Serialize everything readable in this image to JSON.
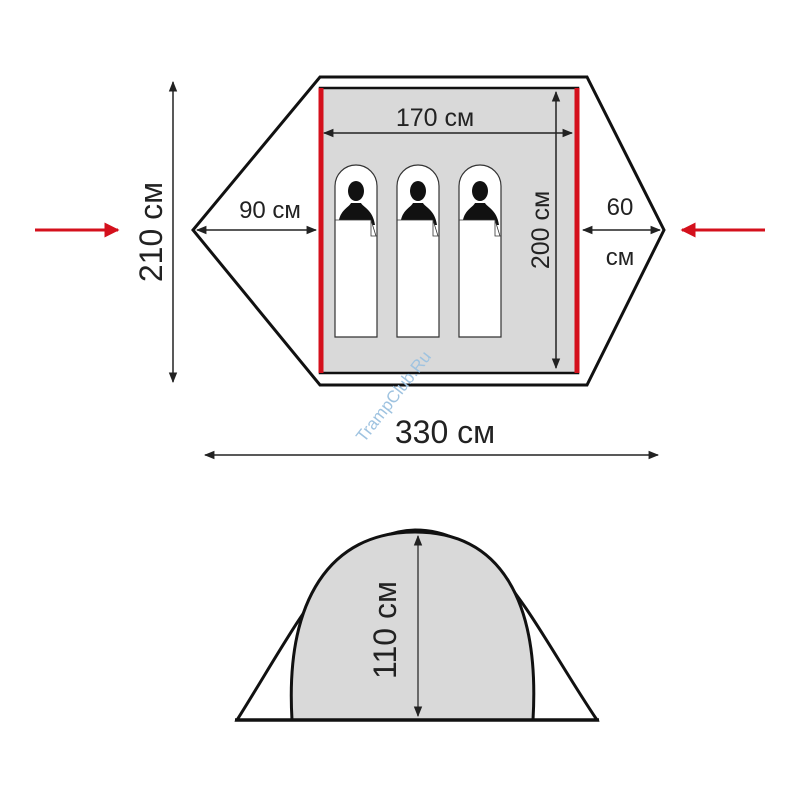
{
  "top_view": {
    "width_inner": "170 см",
    "length_inner": "200 см",
    "vestibule_left": "90 см",
    "vestibule_right_value": "60",
    "vestibule_right_unit": "см",
    "total_width": "210 см",
    "total_length": "330 см",
    "sleeping_places": 3
  },
  "side_view": {
    "height": "110 см"
  },
  "watermark": "TrampClub.Ru",
  "colors": {
    "pole": "#d4101c",
    "floor": "#d9d9d9",
    "entrance_arrow": "#d4101c",
    "watermark": "#9fc3e0"
  }
}
